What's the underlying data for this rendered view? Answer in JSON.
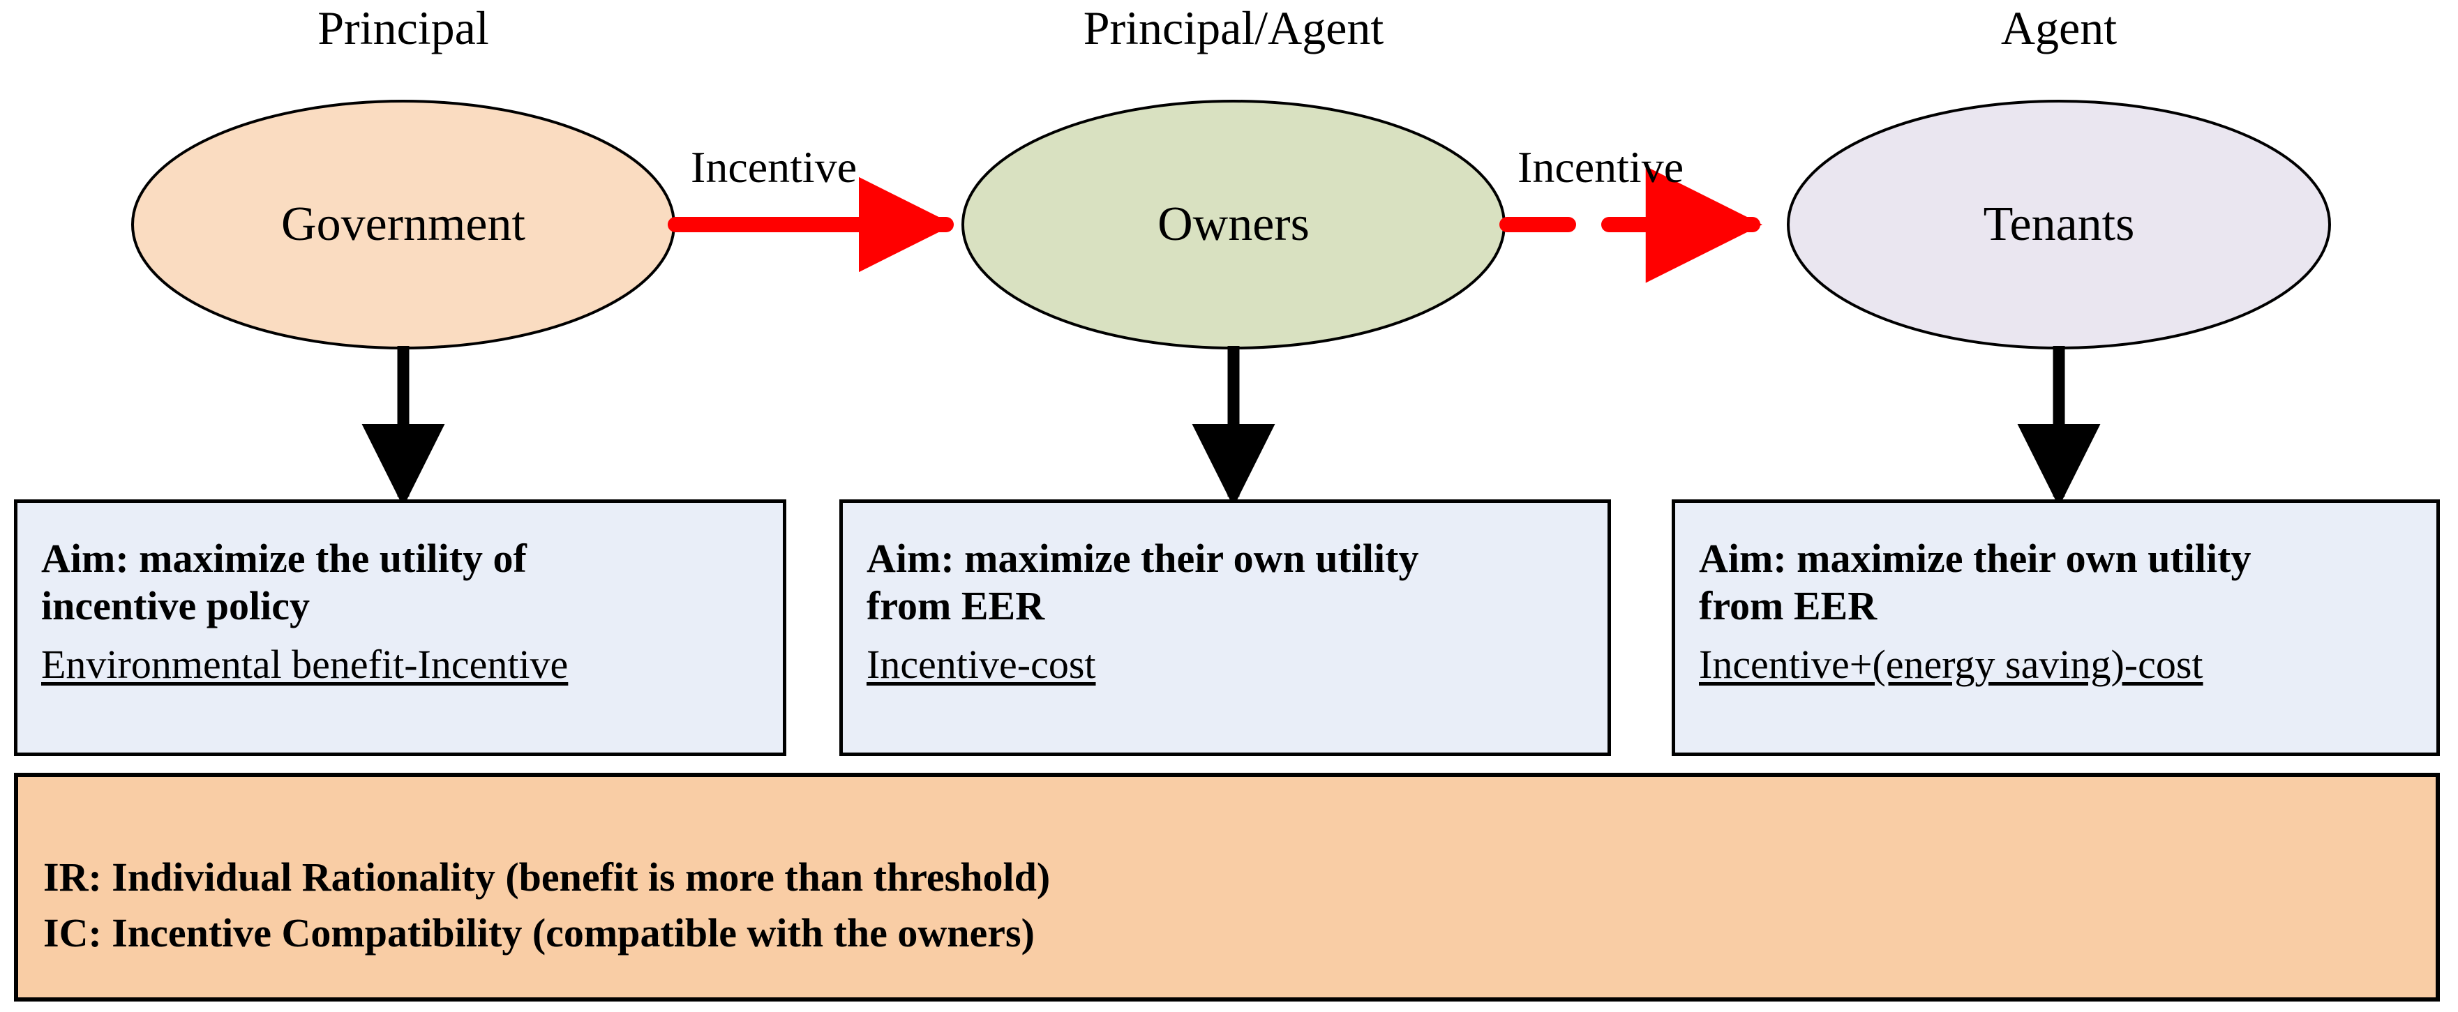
{
  "diagram": {
    "title_role_labels": [
      "Principal",
      "Principal/Agent",
      "Agent"
    ],
    "nodes": [
      {
        "id": "government",
        "label": "Government",
        "role": "Principal",
        "fill": "#fadcc1"
      },
      {
        "id": "owners",
        "label": "Owners",
        "role": "Principal/Agent",
        "fill": "#d9e1c1"
      },
      {
        "id": "tenants",
        "label": "Tenants",
        "role": "Agent",
        "fill": "#eae6f0"
      }
    ],
    "edges": [
      {
        "from": "government",
        "to": "owners",
        "label": "Incentive",
        "style": "solid",
        "color": "#ff0000"
      },
      {
        "from": "owners",
        "to": "tenants",
        "label": "Incentive",
        "style": "dashed",
        "color": "#ff0000"
      }
    ],
    "aim_boxes": [
      {
        "owner": "government",
        "title": "Aim: maximize the utility of incentive policy",
        "title_lines": [
          "Aim: maximize the utility of",
          "incentive policy"
        ],
        "formula": "Environmental benefit-Incentive",
        "fill": "#e9eef8"
      },
      {
        "owner": "owners",
        "title": "Aim: maximize their own utility from EER",
        "title_lines": [
          "Aim: maximize their own utility",
          "from EER"
        ],
        "formula": "Incentive-cost",
        "fill": "#e9eef8"
      },
      {
        "owner": "tenants",
        "title": "Aim: maximize their own utility from EER",
        "title_lines": [
          "Aim: maximize their own utility",
          "from EER"
        ],
        "formula": "Incentive+(energy saving)-cost",
        "fill": "#e9eef8"
      }
    ],
    "constraints_box": {
      "fill": "#f9cda5",
      "lines": [
        "IR: Individual Rationality (benefit is more than threshold)",
        "IC: Incentive Compatibility (compatible with the owners)"
      ]
    },
    "colors": {
      "arrow_incentive": "#ff0000",
      "arrow_aim": "#000000",
      "aim_box_fill": "#e9eef8",
      "constraint_box_fill": "#f9cda5",
      "node_government": "#fadcc1",
      "node_owners": "#d9e1c1",
      "node_tenants": "#eae6f0"
    }
  }
}
